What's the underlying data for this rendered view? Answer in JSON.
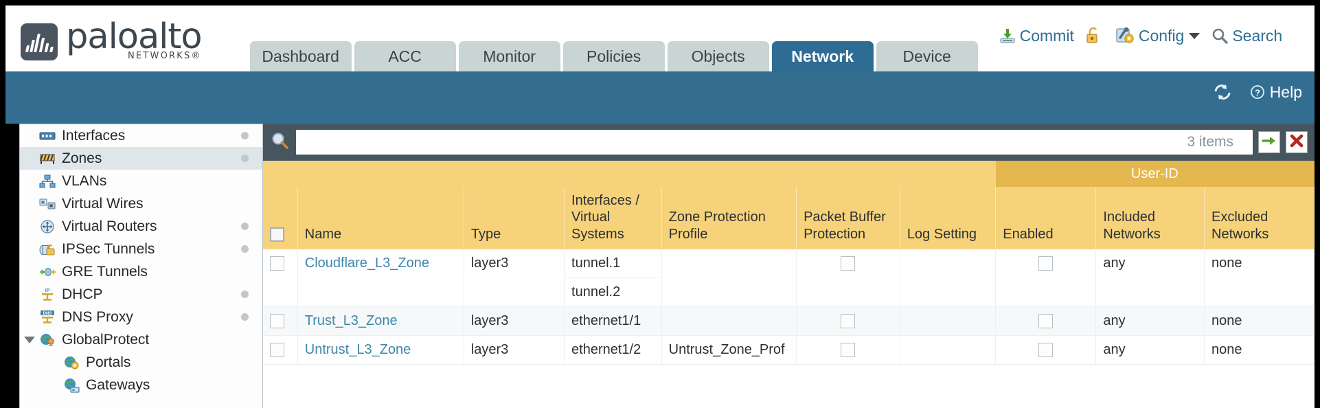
{
  "brand": {
    "name": "paloalto",
    "tagline": "NETWORKS",
    "registered": "®"
  },
  "nav": {
    "tabs": [
      {
        "label": "Dashboard",
        "active": false
      },
      {
        "label": "ACC",
        "active": false
      },
      {
        "label": "Monitor",
        "active": false
      },
      {
        "label": "Policies",
        "active": false
      },
      {
        "label": "Objects",
        "active": false
      },
      {
        "label": "Network",
        "active": true
      },
      {
        "label": "Device",
        "active": false
      }
    ]
  },
  "header_tools": {
    "commit": {
      "label": "Commit",
      "icon": "commit-download-icon"
    },
    "lock": {
      "label": "",
      "icon": "lock-icon"
    },
    "config": {
      "label": "Config",
      "icon": "config-wrench-icon",
      "caret": "chevron-down-icon"
    },
    "search": {
      "label": "Search",
      "icon": "search-icon"
    }
  },
  "band_tools": {
    "refresh": {
      "label": "",
      "icon": "refresh-icon"
    },
    "help": {
      "label": "Help",
      "icon": "help-question-icon"
    }
  },
  "sidebar": {
    "items": [
      {
        "label": "Interfaces",
        "icon": "interfaces-icon",
        "selected": false,
        "dot": true,
        "child": false,
        "expander": false
      },
      {
        "label": "Zones",
        "icon": "zones-icon",
        "selected": true,
        "dot": true,
        "child": false,
        "expander": false
      },
      {
        "label": "VLANs",
        "icon": "vlans-icon",
        "selected": false,
        "dot": false,
        "child": false,
        "expander": false
      },
      {
        "label": "Virtual Wires",
        "icon": "virtual-wires-icon",
        "selected": false,
        "dot": false,
        "child": false,
        "expander": false
      },
      {
        "label": "Virtual Routers",
        "icon": "virtual-routers-icon",
        "selected": false,
        "dot": true,
        "child": false,
        "expander": false
      },
      {
        "label": "IPSec Tunnels",
        "icon": "ipsec-tunnels-icon",
        "selected": false,
        "dot": true,
        "child": false,
        "expander": false
      },
      {
        "label": "GRE Tunnels",
        "icon": "gre-tunnels-icon",
        "selected": false,
        "dot": false,
        "child": false,
        "expander": false
      },
      {
        "label": "DHCP",
        "icon": "dhcp-icon",
        "selected": false,
        "dot": true,
        "child": false,
        "expander": false
      },
      {
        "label": "DNS Proxy",
        "icon": "dns-proxy-icon",
        "selected": false,
        "dot": true,
        "child": false,
        "expander": false
      },
      {
        "label": "GlobalProtect",
        "icon": "globalprotect-icon",
        "selected": false,
        "dot": false,
        "child": false,
        "expander": true
      },
      {
        "label": "Portals",
        "icon": "portals-icon",
        "selected": false,
        "dot": false,
        "child": true,
        "expander": false
      },
      {
        "label": "Gateways",
        "icon": "gateways-icon",
        "selected": false,
        "dot": false,
        "child": true,
        "expander": false
      }
    ]
  },
  "search": {
    "value": "",
    "placeholder": "",
    "item_count": "3 items",
    "apply_icon": "green-arrow-apply-icon",
    "clear_icon": "red-x-clear-icon"
  },
  "table": {
    "group_header": "User-ID",
    "columns": [
      "Name",
      "Type",
      "Interfaces / Virtual Systems",
      "Zone Protection Profile",
      "Packet Buffer Protection",
      "Log Setting",
      "Enabled",
      "Included Networks",
      "Excluded Networks"
    ],
    "rows": [
      {
        "name": "Cloudflare_L3_Zone",
        "type": "layer3",
        "interfaces": [
          "tunnel.1",
          "tunnel.2"
        ],
        "zone_protection_profile": "",
        "packet_buffer_protection": false,
        "log_setting": "",
        "userid_enabled": false,
        "included_networks": "any",
        "excluded_networks": "none"
      },
      {
        "name": "Trust_L3_Zone",
        "type": "layer3",
        "interfaces": [
          "ethernet1/1"
        ],
        "zone_protection_profile": "",
        "packet_buffer_protection": false,
        "log_setting": "",
        "userid_enabled": false,
        "included_networks": "any",
        "excluded_networks": "none"
      },
      {
        "name": "Untrust_L3_Zone",
        "type": "layer3",
        "interfaces": [
          "ethernet1/2"
        ],
        "zone_protection_profile": "Untrust_Zone_Prof",
        "packet_buffer_protection": false,
        "log_setting": "",
        "userid_enabled": false,
        "included_networks": "any",
        "excluded_networks": "none"
      }
    ]
  },
  "colors": {
    "brand_blue": "#2e6c93",
    "band_blue": "#336e91",
    "table_header_gold": "#f6d27a",
    "group_header_gold": "#e5b74f",
    "link_blue": "#3c87ab",
    "search_bar_slate": "#47555e"
  }
}
